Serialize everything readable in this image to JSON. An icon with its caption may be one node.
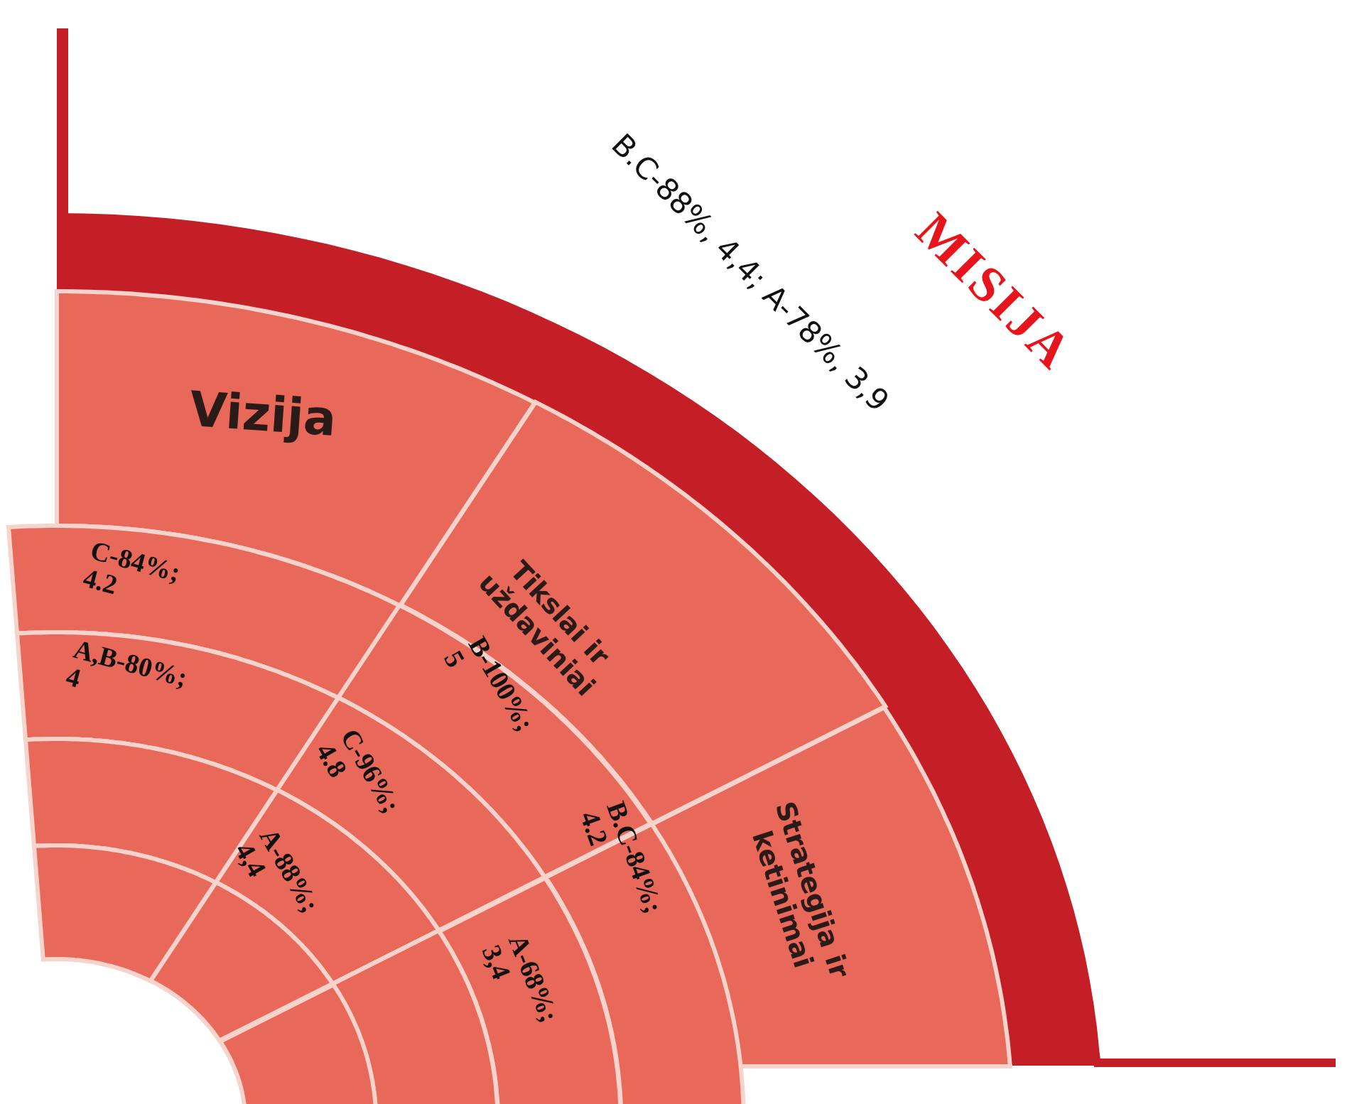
{
  "diagram": {
    "nodes": [
      {
        "text": [
          "MISIJA",
          "B.C-88%, 4,4; A-78%, 3,9"
        ]
      },
      {
        "text": [
          "Vizija"
        ]
      },
      {
        "text": [
          "Tikslai ir uždaviniai"
        ]
      },
      {
        "text": [
          "Strategija ir ketinimai"
        ]
      },
      {
        "text": [
          "C-84%; 4.2"
        ]
      },
      {
        "text": [
          "B-100%; 5"
        ]
      },
      {
        "text": [
          "B.C-84%; 4.2"
        ]
      },
      {
        "text": [
          "A,B-80%; 4"
        ]
      },
      {
        "text": [
          "C-96%; 4.8"
        ]
      },
      {
        "text": [
          "A-68%; 3,4"
        ]
      },
      {
        "text": [],
        "shape": "sector"
      },
      {
        "text": [
          "A-88%; 4,4"
        ]
      },
      {
        "text": [],
        "shape": "sector"
      },
      {
        "text": [],
        "shape": "sector"
      },
      {
        "text": [],
        "shape": "sector"
      },
      {
        "text": [],
        "shape": "sector"
      }
    ]
  }
}
